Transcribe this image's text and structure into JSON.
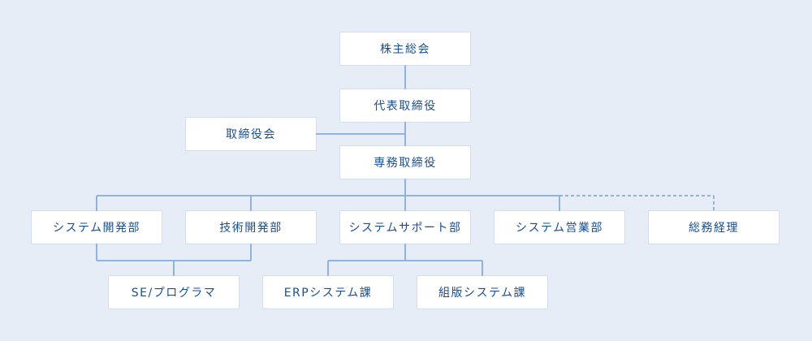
{
  "colors": {
    "background": "#e7edf7",
    "box_fill": "#ffffff",
    "text": "#1a4e8f",
    "line": "#8fb3dc"
  },
  "org": {
    "shareholders_meeting": "株主総会",
    "representative_director": "代表取締役",
    "board_of_directors": "取締役会",
    "managing_director": "専務取締役",
    "system_development_dept": "システム開発部",
    "technology_development_dept": "技術開発部",
    "system_support_dept": "システムサポート部",
    "system_sales_dept": "システム営業部",
    "general_affairs_accounting": "総務経理",
    "se_programmer": "SE/プログラマ",
    "erp_system_section": "ERPシステム課",
    "typesetting_system_section": "組版システム課"
  }
}
